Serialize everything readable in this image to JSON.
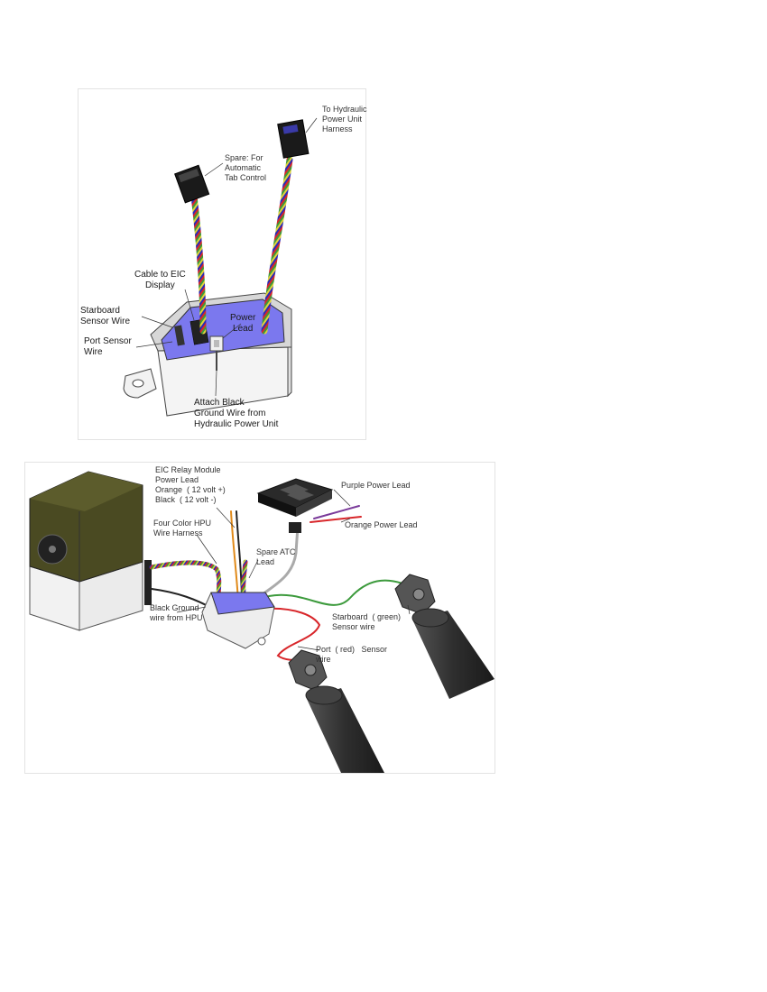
{
  "figure_top": {
    "labels": {
      "hydraulic": "To Hydraulic\nPower Unit\nHarness",
      "spare": "Spare: For\nAutomatic\nTab Control",
      "cable": "Cable to EIC\nDisplay",
      "starboard": "Starboard\nSensor Wire",
      "port": "Port Sensor\nWire",
      "power": "Power\nLead",
      "ground": "Attach Black\nGround Wire from\nHydraulic Power Unit"
    }
  },
  "figure_bottom": {
    "labels": {
      "relay": "EIC Relay Module\nPower Lead\nOrange  ( 12 volt +)\nBlack  ( 12 volt -)",
      "purple": "Purple Power Lead",
      "orange": "Orange Power Lead",
      "harness": "Four Color HPU\nWire Harness",
      "spare_atc": "Spare ATC\nLead",
      "ground": "Black Ground\nwire from HPU",
      "starboard": "Starboard  ( green)\nSensor wire",
      "port": "Port  ( red)   Sensor\nwire"
    }
  },
  "colors": {
    "module_top": "#7b78ee",
    "wire_red": "#d8262a",
    "wire_green": "#3c9a3c",
    "wire_yellow": "#e0d23a",
    "wire_blue": "#2a2ab8",
    "hpu_lid": "#4a4a22",
    "cylinder": "#3a3a3a"
  }
}
